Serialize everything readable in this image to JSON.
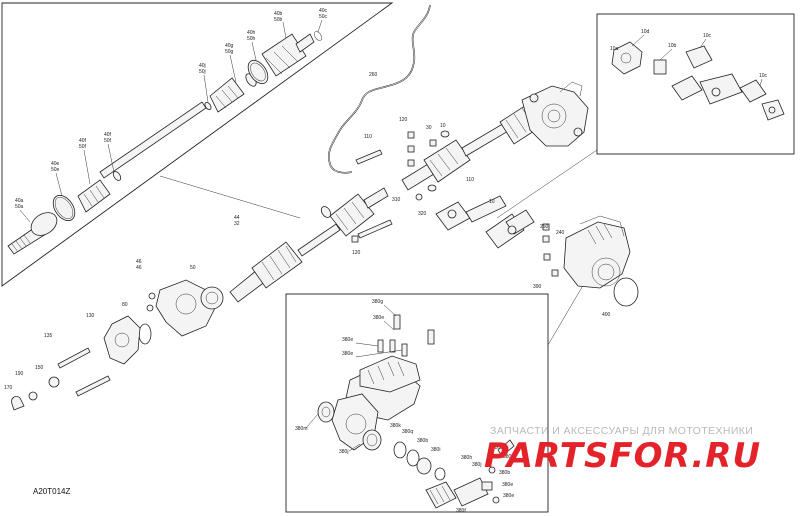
{
  "figure_code": "A20T014Z",
  "watermark": {
    "tagline": "ЗАПЧАСТИ И АКСЕССУАРЫ ДЛЯ МОТОТЕХНИКИ",
    "brand": "PARTSFOR.RU",
    "accent_color": "#e4222a",
    "muted_color": "#9a9a9a"
  },
  "callouts": {
    "top_left": [
      {
        "id": "tl1",
        "text": "40b"
      },
      {
        "id": "tl2",
        "text": "50b"
      },
      {
        "id": "tl3",
        "text": "40c"
      },
      {
        "id": "tl4",
        "text": "50c"
      },
      {
        "id": "tl5",
        "text": "40h"
      },
      {
        "id": "tl6",
        "text": "50h"
      },
      {
        "id": "tl7",
        "text": "40g"
      },
      {
        "id": "tl8",
        "text": "50g"
      },
      {
        "id": "tl9",
        "text": "40j"
      },
      {
        "id": "tl10",
        "text": "50j"
      },
      {
        "id": "tl11",
        "text": "40f"
      },
      {
        "id": "tl12",
        "text": "50f"
      },
      {
        "id": "tl13",
        "text": "40f"
      },
      {
        "id": "tl14",
        "text": "50f"
      },
      {
        "id": "tl15",
        "text": "40e"
      },
      {
        "id": "tl16",
        "text": "50e"
      },
      {
        "id": "tl17",
        "text": "40a"
      },
      {
        "id": "tl18",
        "text": "50a"
      }
    ],
    "main": [
      {
        "id": "m1",
        "text": "260"
      },
      {
        "id": "m2",
        "text": "110"
      },
      {
        "id": "m3",
        "text": "120"
      },
      {
        "id": "m4",
        "text": "30"
      },
      {
        "id": "m5",
        "text": "10"
      },
      {
        "id": "m6",
        "text": "110"
      },
      {
        "id": "m7",
        "text": "310"
      },
      {
        "id": "m8",
        "text": "320"
      },
      {
        "id": "m9",
        "text": "10"
      },
      {
        "id": "m10",
        "text": "250"
      },
      {
        "id": "m11",
        "text": "240"
      },
      {
        "id": "m12",
        "text": "120"
      },
      {
        "id": "m13",
        "text": "44"
      },
      {
        "id": "m14",
        "text": "32"
      },
      {
        "id": "m15",
        "text": "46"
      },
      {
        "id": "m16",
        "text": "46"
      },
      {
        "id": "m17",
        "text": "50"
      },
      {
        "id": "m18",
        "text": "390"
      },
      {
        "id": "m19",
        "text": "400"
      },
      {
        "id": "m20",
        "text": "130"
      },
      {
        "id": "m21",
        "text": "80"
      },
      {
        "id": "m22",
        "text": "135"
      },
      {
        "id": "m23",
        "text": "190"
      },
      {
        "id": "m24",
        "text": "150"
      },
      {
        "id": "m25",
        "text": "170"
      }
    ],
    "top_right": [
      {
        "id": "tr1",
        "text": "10d"
      },
      {
        "id": "tr2",
        "text": "10a"
      },
      {
        "id": "tr3",
        "text": "10b"
      },
      {
        "id": "tr4",
        "text": "10c"
      },
      {
        "id": "tr5",
        "text": "10c"
      }
    ],
    "inset_bottom": [
      {
        "id": "ib1",
        "text": "380g"
      },
      {
        "id": "ib2",
        "text": "380e"
      },
      {
        "id": "ib3",
        "text": "380e"
      },
      {
        "id": "ib4",
        "text": "380e"
      },
      {
        "id": "ib5",
        "text": "380m"
      },
      {
        "id": "ib6",
        "text": "380j"
      },
      {
        "id": "ib7",
        "text": "380k"
      },
      {
        "id": "ib8",
        "text": "380q"
      },
      {
        "id": "ib9",
        "text": "380b"
      },
      {
        "id": "ib10",
        "text": "380i"
      },
      {
        "id": "ib11",
        "text": "380h"
      },
      {
        "id": "ib12",
        "text": "380j"
      },
      {
        "id": "ib13",
        "text": "380c"
      },
      {
        "id": "ib14",
        "text": "380f"
      },
      {
        "id": "ib15",
        "text": "380b"
      },
      {
        "id": "ib16",
        "text": "380e"
      },
      {
        "id": "ib17",
        "text": "380e"
      },
      {
        "id": "ib18",
        "text": "380f"
      }
    ]
  }
}
